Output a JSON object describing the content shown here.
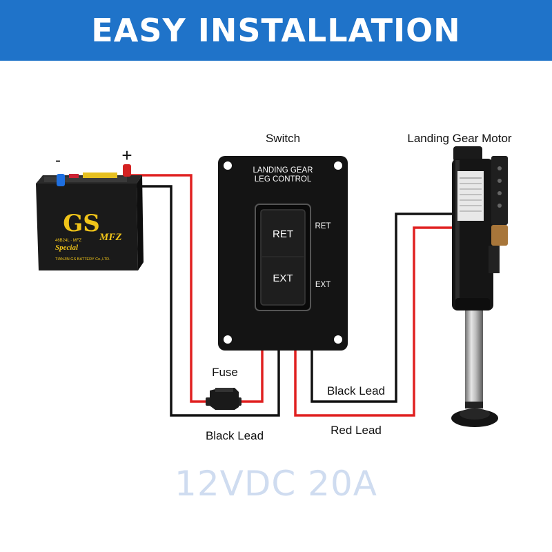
{
  "banner": {
    "title": "EASY INSTALLATION",
    "color": "#1f73c9"
  },
  "battery": {
    "brand": "GS",
    "model": "46B24L · MFZ",
    "series_left": "Special",
    "series_right": "MFZ",
    "maker": "TIANJIN GS BATTERY Co.,LTD.",
    "negative_symbol": "-",
    "positive_symbol": "+"
  },
  "switch": {
    "label": "Switch",
    "plate_line1": "LANDING GEAR",
    "plate_line2": "LEG CONTROL",
    "rocker_top": "RET",
    "rocker_bottom": "EXT",
    "side_top": "RET",
    "side_bottom": "EXT"
  },
  "motor": {
    "label": "Landing Gear Motor"
  },
  "wires": {
    "fuse_label": "Fuse",
    "black_lead_battery": "Black Lead",
    "black_lead_motor": "Black Lead",
    "red_lead_motor": "Red Lead",
    "red_color": "#e02020",
    "black_color": "#111111"
  },
  "spec": "12VDC 20A"
}
